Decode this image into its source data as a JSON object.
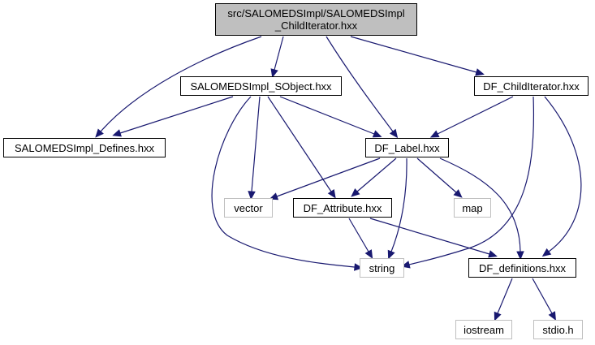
{
  "diagram": {
    "type": "include-dependency-graph",
    "edge_color": "#191970",
    "nodes": {
      "main": {
        "label": "src/SALOMEDSImpl/SALOMEDSImpl\n_ChildIterator.hxx",
        "kind": "main"
      },
      "sobject": {
        "label": "SALOMEDSImpl_SObject.hxx",
        "kind": "project"
      },
      "dfchild": {
        "label": "DF_ChildIterator.hxx",
        "kind": "project"
      },
      "defines": {
        "label": "SALOMEDSImpl_Defines.hxx",
        "kind": "project"
      },
      "dflabel": {
        "label": "DF_Label.hxx",
        "kind": "project"
      },
      "vector": {
        "label": "vector",
        "kind": "external"
      },
      "dfattr": {
        "label": "DF_Attribute.hxx",
        "kind": "project"
      },
      "map": {
        "label": "map",
        "kind": "external"
      },
      "string": {
        "label": "string",
        "kind": "external"
      },
      "dfdefs": {
        "label": "DF_definitions.hxx",
        "kind": "project"
      },
      "iostream": {
        "label": "iostream",
        "kind": "external"
      },
      "stdio": {
        "label": "stdio.h",
        "kind": "external"
      }
    },
    "edges": [
      [
        "main",
        "defines"
      ],
      [
        "main",
        "sobject"
      ],
      [
        "main",
        "dflabel"
      ],
      [
        "main",
        "dfchild"
      ],
      [
        "sobject",
        "defines"
      ],
      [
        "sobject",
        "dflabel"
      ],
      [
        "sobject",
        "vector"
      ],
      [
        "sobject",
        "dfattr"
      ],
      [
        "sobject",
        "string"
      ],
      [
        "dfchild",
        "dflabel"
      ],
      [
        "dfchild",
        "string"
      ],
      [
        "dfchild",
        "dfdefs"
      ],
      [
        "dflabel",
        "vector"
      ],
      [
        "dflabel",
        "dfattr"
      ],
      [
        "dflabel",
        "string"
      ],
      [
        "dflabel",
        "map"
      ],
      [
        "dflabel",
        "dfdefs"
      ],
      [
        "dfattr",
        "string"
      ],
      [
        "dfattr",
        "dfdefs"
      ],
      [
        "dfdefs",
        "iostream"
      ],
      [
        "dfdefs",
        "stdio"
      ]
    ]
  }
}
